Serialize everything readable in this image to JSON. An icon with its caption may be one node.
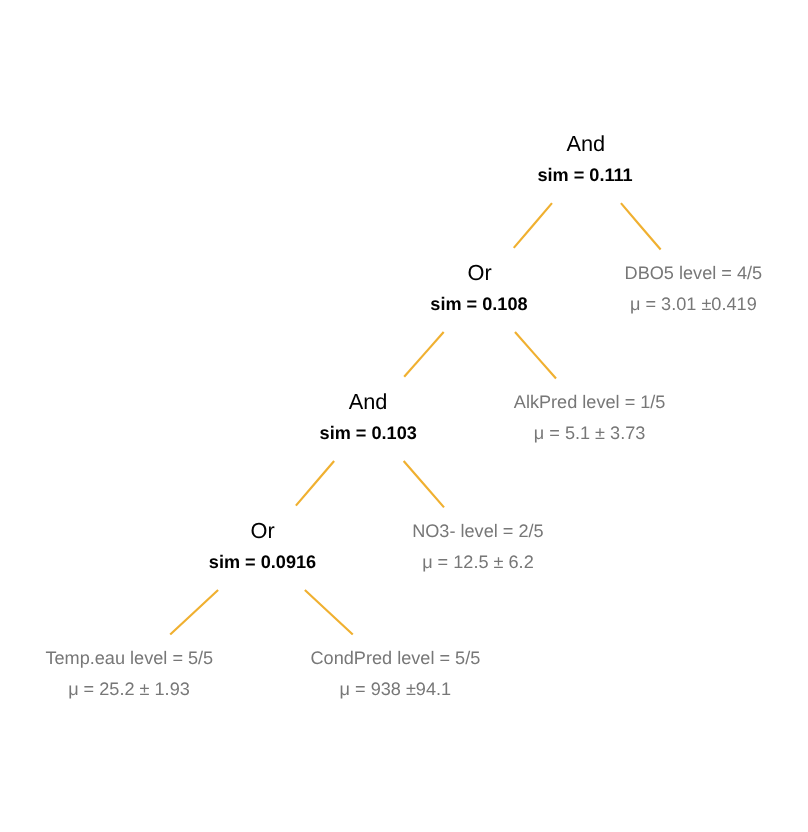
{
  "diagram": {
    "nodes": [
      {
        "text": [
          "And",
          "sim = 0.111"
        ]
      },
      {
        "text": [
          "Or",
          "sim = 0.108"
        ]
      },
      {
        "text": [
          "DBO5 level = 4/5",
          "μ = 3.01 ±0.419"
        ]
      },
      {
        "text": [
          "And",
          "sim = 0.103"
        ]
      },
      {
        "text": [
          "AlkPred level = 1/5",
          "μ = 5.1 ± 3.73"
        ]
      },
      {
        "text": [
          "Or",
          "sim = 0.0916"
        ]
      },
      {
        "text": [
          "NO3- level = 2/5",
          "μ = 12.5 ± 6.2"
        ]
      },
      {
        "text": [
          "Temp.eau level = 5/5",
          "μ = 25.2 ± 1.93"
        ]
      },
      {
        "text": [
          "CondPred level = 5/5",
          "μ = 938 ±94.1"
        ]
      }
    ],
    "edges": [
      {
        "from": 0,
        "to": 1,
        "arrow": "none"
      },
      {
        "from": 0,
        "to": 2,
        "arrow": "none"
      },
      {
        "from": 1,
        "to": 3,
        "arrow": "none"
      },
      {
        "from": 1,
        "to": 4,
        "arrow": "none"
      },
      {
        "from": 3,
        "to": 5,
        "arrow": "none"
      },
      {
        "from": 3,
        "to": 6,
        "arrow": "none"
      },
      {
        "from": 5,
        "to": 7,
        "arrow": "none"
      },
      {
        "from": 5,
        "to": 8,
        "arrow": "none"
      }
    ]
  }
}
